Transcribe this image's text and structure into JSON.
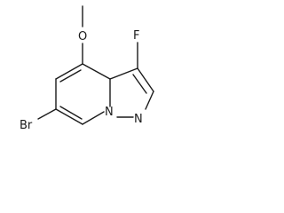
{
  "molecule": {
    "atoms": {
      "fluorine": "F",
      "methoxy_oxygen": "O",
      "bromine": "Br",
      "pyrazole_nitrogen": "N",
      "bridgehead_nitrogen": "N"
    }
  }
}
